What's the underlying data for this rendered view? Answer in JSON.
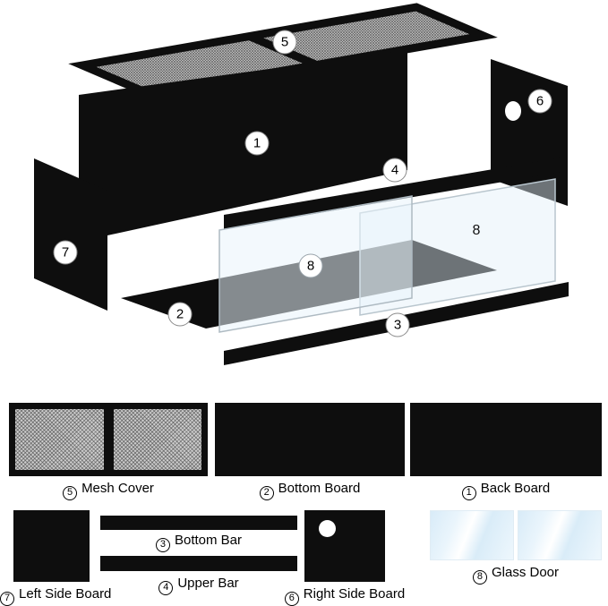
{
  "exploded": {
    "callouts": [
      {
        "part": "back-board",
        "num": "1"
      },
      {
        "part": "bottom-board",
        "num": "2"
      },
      {
        "part": "bottom-bar",
        "num": "3"
      },
      {
        "part": "upper-bar",
        "num": "4"
      },
      {
        "part": "mesh-cover",
        "num": "5"
      },
      {
        "part": "right-side-board",
        "num": "6"
      },
      {
        "part": "left-side-board",
        "num": "7"
      },
      {
        "part": "glass-door-front",
        "num": "8"
      },
      {
        "part": "glass-door-back",
        "num": "8"
      }
    ]
  },
  "legend": {
    "mesh_cover": {
      "num": "5",
      "label": "Mesh Cover"
    },
    "bottom_board": {
      "num": "2",
      "label": "Bottom Board"
    },
    "back_board": {
      "num": "1",
      "label": "Back Board"
    },
    "left_side_board": {
      "num": "7",
      "label": "Left Side Board"
    },
    "bottom_bar": {
      "num": "3",
      "label": "Bottom Bar"
    },
    "upper_bar": {
      "num": "4",
      "label": "Upper Bar"
    },
    "right_side_board": {
      "num": "6",
      "label": "Right Side Board"
    },
    "glass_door": {
      "num": "8",
      "label": "Glass Door"
    }
  },
  "colors": {
    "panel_black": "#0e0e0e",
    "mesh_gray": "#cdcdcd",
    "glass_blue": "#ddeefa",
    "background": "#ffffff"
  }
}
